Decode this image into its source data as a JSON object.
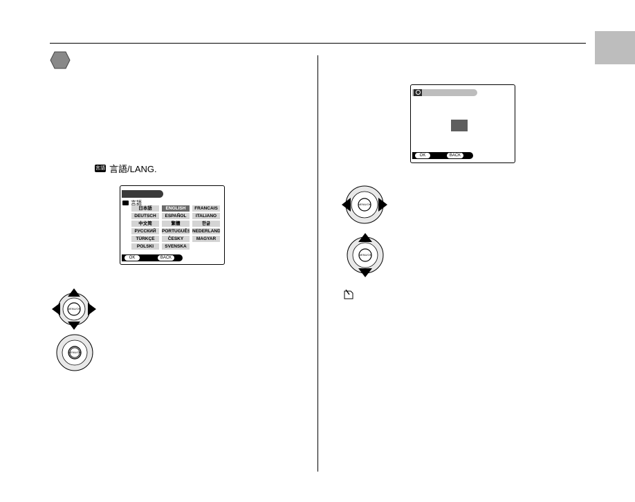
{
  "header": {
    "tab_color": "#bdbdbd"
  },
  "left": {
    "lang_label": "言語/LANG.",
    "lang_icon": "言語-icon"
  },
  "lang_screen": {
    "heading": "言語",
    "languages": [
      "日本語",
      "ENGLISH",
      "FRANCAIS",
      "DEUTSCH",
      "ESPAÑOL",
      "ITALIANO",
      "中文简",
      "繁體",
      "한글",
      "РУССКИЙ",
      "PORTUGUÊS",
      "NEDERLANDS",
      "TÜRKÇE",
      "ČESKY",
      "MAGYAR",
      "POLSKI",
      "SVENSKA"
    ],
    "selected_index": 1,
    "ok_label": "OK",
    "back_label": "BACK"
  },
  "clock_screen": {
    "ok_label": "OK",
    "back_label": "BACK"
  },
  "pads": {
    "center_label": "MENU/OK"
  }
}
